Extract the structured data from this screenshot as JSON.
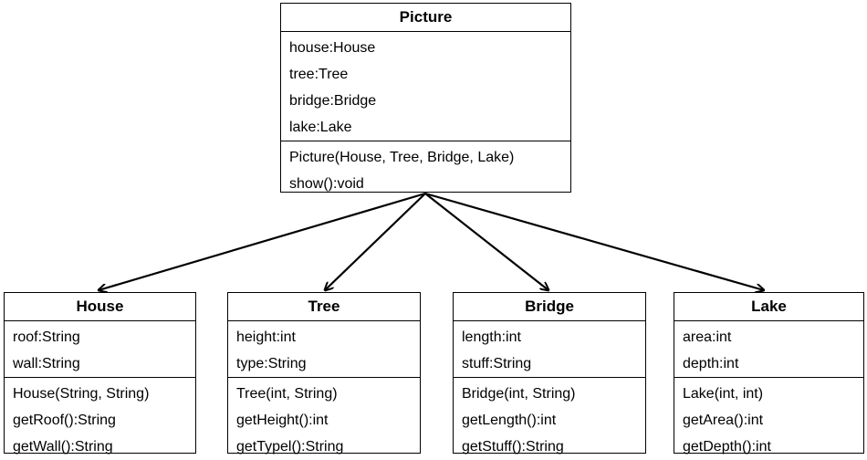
{
  "classes": {
    "picture": {
      "name": "Picture",
      "attributes": [
        "house:House",
        "tree:Tree",
        "bridge:Bridge",
        "lake:Lake"
      ],
      "methods": [
        "Picture(House, Tree, Bridge, Lake)",
        "show():void"
      ]
    },
    "house": {
      "name": "House",
      "attributes": [
        "roof:String",
        "wall:String"
      ],
      "methods": [
        "House(String, String)",
        "getRoof():String",
        "getWall():String"
      ]
    },
    "tree": {
      "name": "Tree",
      "attributes": [
        "height:int",
        "type:String"
      ],
      "methods": [
        "Tree(int, String)",
        "getHeight():int",
        "getTypel():String"
      ]
    },
    "bridge": {
      "name": "Bridge",
      "attributes": [
        "length:int",
        "stuff:String"
      ],
      "methods": [
        "Bridge(int, String)",
        "getLength():int",
        "getStuff():String"
      ]
    },
    "lake": {
      "name": "Lake",
      "attributes": [
        "area:int",
        "depth:int"
      ],
      "methods": [
        "Lake(int, int)",
        "getArea():int",
        "getDepth():int"
      ]
    }
  }
}
